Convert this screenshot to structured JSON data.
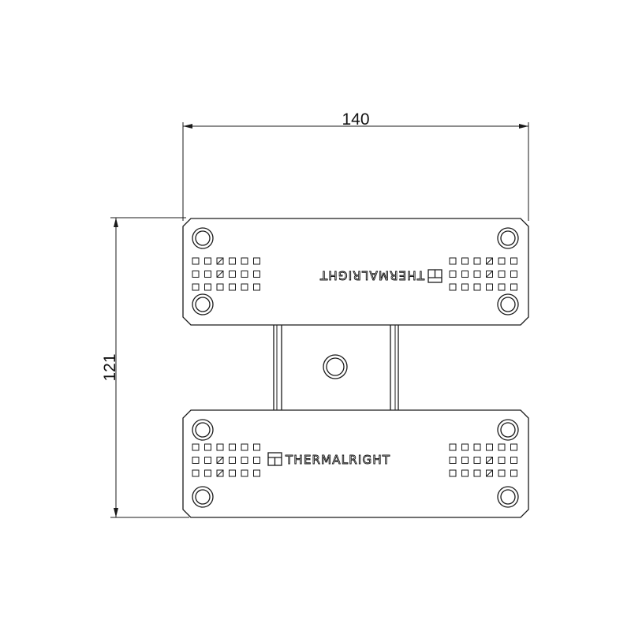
{
  "dimensions": {
    "width_label": "140",
    "height_label": "121"
  },
  "brand": {
    "name": "THERMALRIGHT",
    "icon": "thermalright-logo-icon"
  },
  "colors": {
    "line": "#1a1a1a",
    "background": "#ffffff"
  }
}
